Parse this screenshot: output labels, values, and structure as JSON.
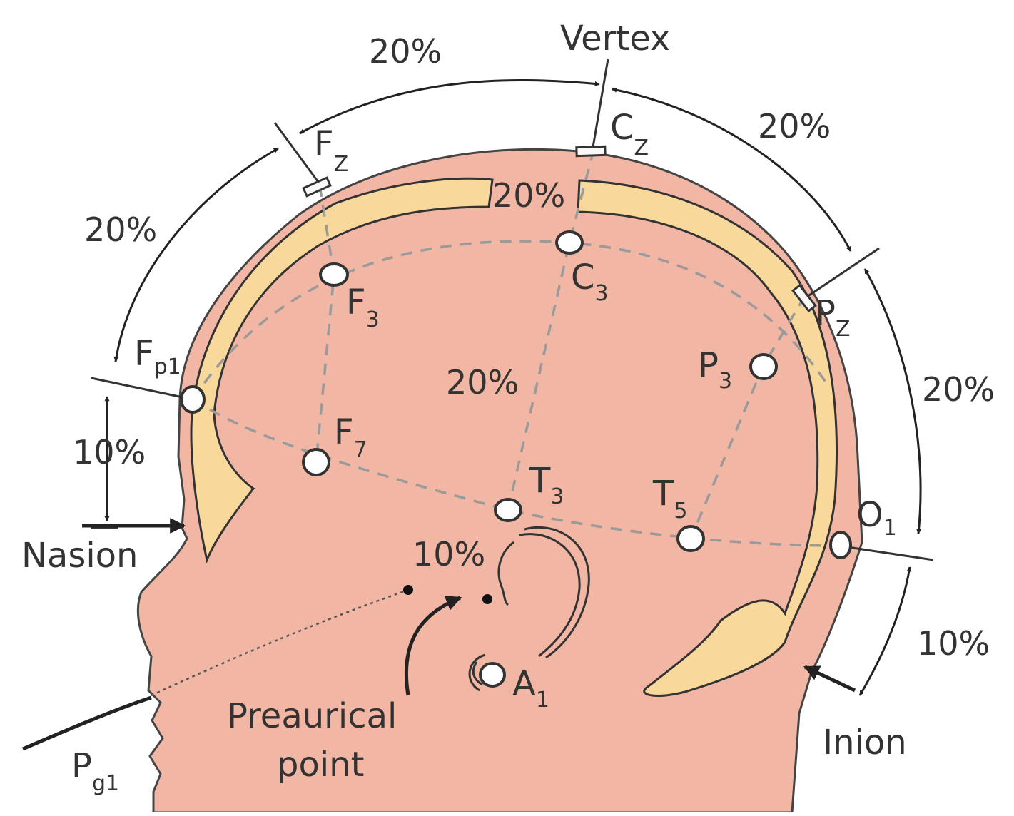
{
  "diagram": {
    "colors": {
      "skin": "#f2b6a4",
      "skull": "#f8d89b",
      "outline": "#333333",
      "guide": "#9a9a9a",
      "electrode_fill": "#ffffff"
    },
    "landmarks": {
      "vertex": "Vertex",
      "nasion": "Nasion",
      "inion": "Inion",
      "preauricular_line1": "Preaurical",
      "preauricular_line2": "point"
    },
    "electrodes": {
      "fz": {
        "main": "F",
        "sub": "Z"
      },
      "cz": {
        "main": "C",
        "sub": "Z"
      },
      "pz": {
        "main": "P",
        "sub": "Z"
      },
      "fp1": {
        "main": "F",
        "sub": "p1"
      },
      "f3": {
        "main": "F",
        "sub": "3"
      },
      "c3": {
        "main": "C",
        "sub": "3"
      },
      "p3": {
        "main": "P",
        "sub": "3"
      },
      "f7": {
        "main": "F",
        "sub": "7"
      },
      "t3": {
        "main": "T",
        "sub": "3"
      },
      "t5": {
        "main": "T",
        "sub": "5"
      },
      "o1": {
        "main": "O",
        "sub": "1"
      },
      "a1": {
        "main": "A",
        "sub": "1"
      },
      "pg1": {
        "main": "P",
        "sub": "g1"
      }
    },
    "percentages": {
      "fz_cz": "20%",
      "cz_pz": "20%",
      "fp1_fz": "20%",
      "pz_o1": "20%",
      "nasion_fp1": "10%",
      "o1_inion": "10%",
      "inner_top": "20%",
      "c3_t3": "20%",
      "t3_preauricular": "10%"
    }
  }
}
